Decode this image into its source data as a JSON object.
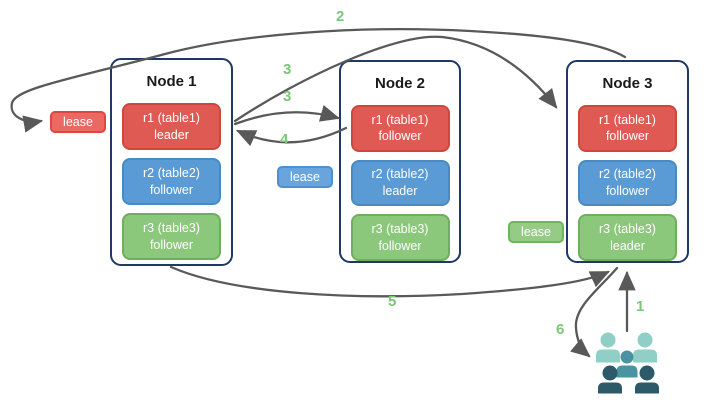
{
  "nodes": [
    {
      "title": "Node 1",
      "replicas": [
        {
          "name": "r1 (table1)",
          "role": "leader",
          "color": "red"
        },
        {
          "name": "r2 (table2)",
          "role": "follower",
          "color": "blue"
        },
        {
          "name": "r3 (table3)",
          "role": "follower",
          "color": "green"
        }
      ]
    },
    {
      "title": "Node 2",
      "replicas": [
        {
          "name": "r1 (table1)",
          "role": "follower",
          "color": "red"
        },
        {
          "name": "r2 (table2)",
          "role": "leader",
          "color": "blue"
        },
        {
          "name": "r3 (table3)",
          "role": "follower",
          "color": "green"
        }
      ]
    },
    {
      "title": "Node 3",
      "replicas": [
        {
          "name": "r1 (table1)",
          "role": "follower",
          "color": "red"
        },
        {
          "name": "r2 (table2)",
          "role": "follower",
          "color": "blue"
        },
        {
          "name": "r3 (table3)",
          "role": "leader",
          "color": "green"
        }
      ]
    }
  ],
  "leases": {
    "red": {
      "label": "lease",
      "color": "red"
    },
    "blue": {
      "label": "lease",
      "color": "blue"
    },
    "green": {
      "label": "lease",
      "color": "green"
    }
  },
  "steps": {
    "s1": "1",
    "s2": "2",
    "s3a": "3",
    "s3b": "3",
    "s4": "4",
    "s5": "5",
    "s6": "6"
  },
  "icons": {
    "users": "users-group-icon"
  },
  "colors": {
    "red_fill": "#E05A54",
    "red_border": "#CE463E",
    "blue_fill": "#5B9BD5",
    "blue_border": "#4A8AC2",
    "green_fill": "#8CC87C",
    "green_border": "#6FAE5C",
    "lease_red_fill": "#EA6A63",
    "lease_red_border": "#E2453D",
    "lease_blue_fill": "#6AA4DC",
    "lease_blue_border": "#4E90CE",
    "lease_green_fill": "#95CB85",
    "lease_green_border": "#6FB55C",
    "node_border": "#1F3864",
    "arrow": "#595959",
    "step_label": "#7DC57A",
    "users_light": "#8FCFC5",
    "users_mid": "#4A93A0",
    "users_dark": "#2C5A68",
    "title_text": "#1A1A1A"
  }
}
